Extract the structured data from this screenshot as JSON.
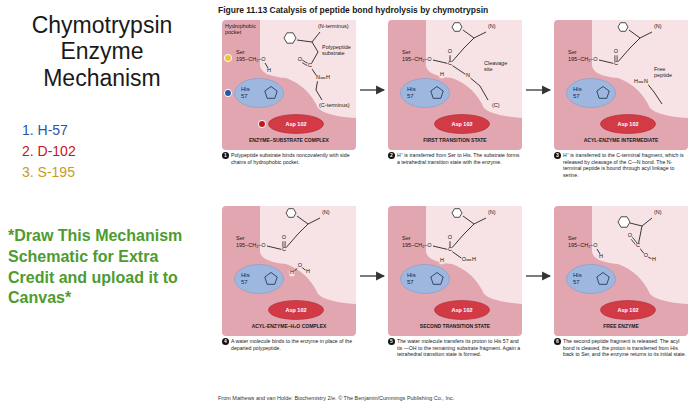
{
  "diagram": {
    "title": "Chymotrypsin Enzyme Mechanism",
    "nodes": [
      {
        "text": [
          "Figure 11.13 Catalysis of peptide bond hydrolysis by chymotrypsin",
          "From Mathews and van Holde: Biochemistry 2/e. © The Benjamin/Cummings Publishing Co., Inc."
        ]
      },
      {
        "text": [
          "ENZYME–SUBSTRATE COMPLEX",
          "Polypeptide substrate binds noncovalently with side chains of hydrophobic pocket."
        ],
        "in": 0
      },
      {
        "text": [
          "His 57"
        ],
        "in": 1
      },
      {
        "text": [
          "Asp 102"
        ],
        "in": 1
      },
      {
        "text": [
          "FIRST TRANSITION STATE",
          "H⁺ is transferred from Ser to His. The substrate forms a tetrahedral transition state with the enzyme."
        ],
        "in": 0
      },
      {
        "text": [
          "His 57"
        ],
        "in": 4
      },
      {
        "text": [
          "Asp 102"
        ],
        "in": 4
      },
      {
        "text": [
          "ACYL-ENZYME INTERMEDIATE",
          "H⁺ is transferred to the C-terminal fragment, which is released by cleavage of the C—N bond. The N-terminal peptide is bound through acyl linkage to serine."
        ],
        "in": 0
      },
      {
        "text": [
          "His 57"
        ],
        "in": 7
      },
      {
        "text": [
          "Asp 102"
        ],
        "in": 7
      },
      {
        "text": [
          "ACYL-ENZYME–H₂O COMPLEX",
          "A water molecule binds to the enzyme in place of the departed polypeptide."
        ],
        "in": 0
      },
      {
        "text": [
          "His 57"
        ],
        "in": 10
      },
      {
        "text": [
          "Asp 102"
        ],
        "in": 10
      },
      {
        "text": [
          "SECOND TRANSITION STATE",
          "The water molecule transfers its proton to His 57 and its —OH to the remaining substrate fragment. Again a tetrahedral transition state is formed."
        ],
        "in": 0
      },
      {
        "text": [
          "His 57"
        ],
        "in": 13
      },
      {
        "text": [
          "Asp 102"
        ],
        "in": 13
      },
      {
        "text": [
          "FREE ENZYME",
          "The second peptide fragment is released: The acyl bond is cleaved, the proton is transferred from His back to Ser, and the enzyme returns to its initial state."
        ],
        "in": 0
      },
      {
        "text": [
          "His 57"
        ],
        "in": 16
      },
      {
        "text": [
          "Asp 102"
        ],
        "in": 16
      }
    ],
    "edges": [
      {
        "from": 1,
        "to": 4,
        "arrow": "to"
      },
      {
        "from": 4,
        "to": 7,
        "arrow": "to"
      },
      {
        "from": 10,
        "to": 13,
        "arrow": "to"
      },
      {
        "from": 13,
        "to": 16,
        "arrow": "to"
      }
    ],
    "labels": [
      "1. H-57",
      "2. D-102",
      "3. S-195",
      "*Draw This Mechanism Schematic for Extra Credit and upload it to Canvas*",
      "Hydrophobic pocket",
      "(N-terminus)",
      "Ser",
      "195–CH₂–O",
      "H",
      "C",
      "O",
      "N",
      "H",
      "Polypeptide substrate",
      "(C-terminus)",
      "1",
      "(N)",
      "Ser",
      "195–CH₂–O",
      "H",
      "C",
      "O",
      "N",
      "Cleavage site",
      "(C)",
      "2",
      "(N)",
      "Ser",
      "195–CH₂–O",
      "C",
      "O",
      "H",
      "N",
      "Free peptide",
      "3",
      "(N)",
      "Ser",
      "195–CH₂–O",
      "C",
      "O",
      "O",
      "H",
      "H",
      "4",
      "(N)",
      "Ser",
      "195–CH₂–O",
      "H",
      "C",
      "O",
      "O",
      "H",
      "5",
      "(N)",
      "Ser",
      "195–CH₂–O",
      "H",
      "C",
      "O",
      "O",
      "H",
      "6"
    ]
  }
}
